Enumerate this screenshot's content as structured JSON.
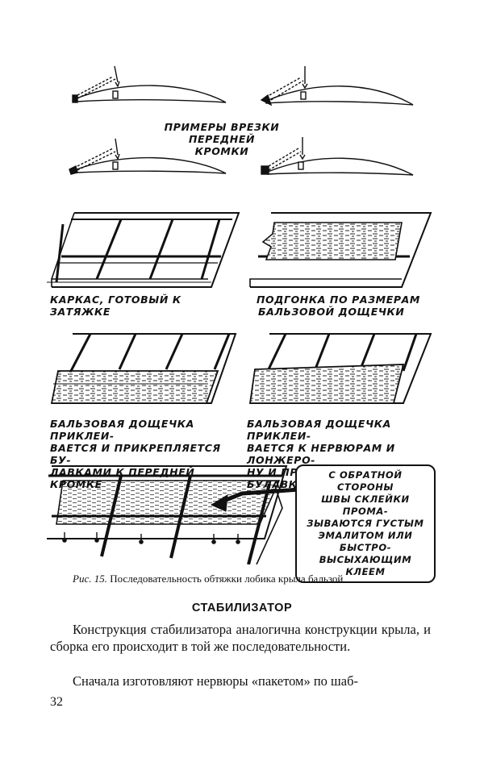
{
  "figure": {
    "label_leading_edge": [
      "ПРИМЕРЫ ВРЕЗКИ",
      "ПЕРЕДНЕЙ КРОМКИ"
    ],
    "label_frame": "КАРКАС, ГОТОВЫЙ К ЗАТЯЖКЕ",
    "label_fitting": [
      "ПОДГОНКА ПО РАЗМЕРАМ",
      "БАЛЬЗОВОЙ ДОЩЕЧКИ"
    ],
    "label_glue_front": [
      "БАЛЬЗОВАЯ ДОЩЕЧКА ПРИКЛЕИ-",
      "ВАЕТСЯ И ПРИКРЕПЛЯЕТСЯ БУ-",
      "ЛАВКАМИ К ПЕРЕДНЕЙ КРОМКЕ"
    ],
    "label_glue_ribs": [
      "БАЛЬЗОВАЯ ДОЩЕЧКА ПРИКЛЕИ-",
      "ВАЕТСЯ К НЕРВЮРАМ И ЛОНЖЕРО-",
      "НУ И ПРИКРЕПЛЯЕТСЯ БУЛАВКАМИ"
    ],
    "callout": [
      "С ОБРАТНОЙ СТОРОНЫ",
      "ШВЫ СКЛЕЙКИ ПРОМА-",
      "ЗЫВАЮТСЯ ГУСТЫМ",
      "ЭМАЛИТОМ ИЛИ БЫСТРО-",
      "ВЫСЫХАЮЩИМ КЛЕЕМ"
    ]
  },
  "caption": {
    "prefix": "Рис. 15.",
    "text": "Последовательность обтяжки лобика крыла бальзой"
  },
  "section_title": "СТАБИЛИЗАТОР",
  "paragraphs": [
    "Конструкция стабилизатора аналогична конструкции крыла, и сборка его происходит в той же последовательности.",
    "Сначала изготовляют нервюры «пакетом» по шаб-"
  ],
  "page_number": "32"
}
